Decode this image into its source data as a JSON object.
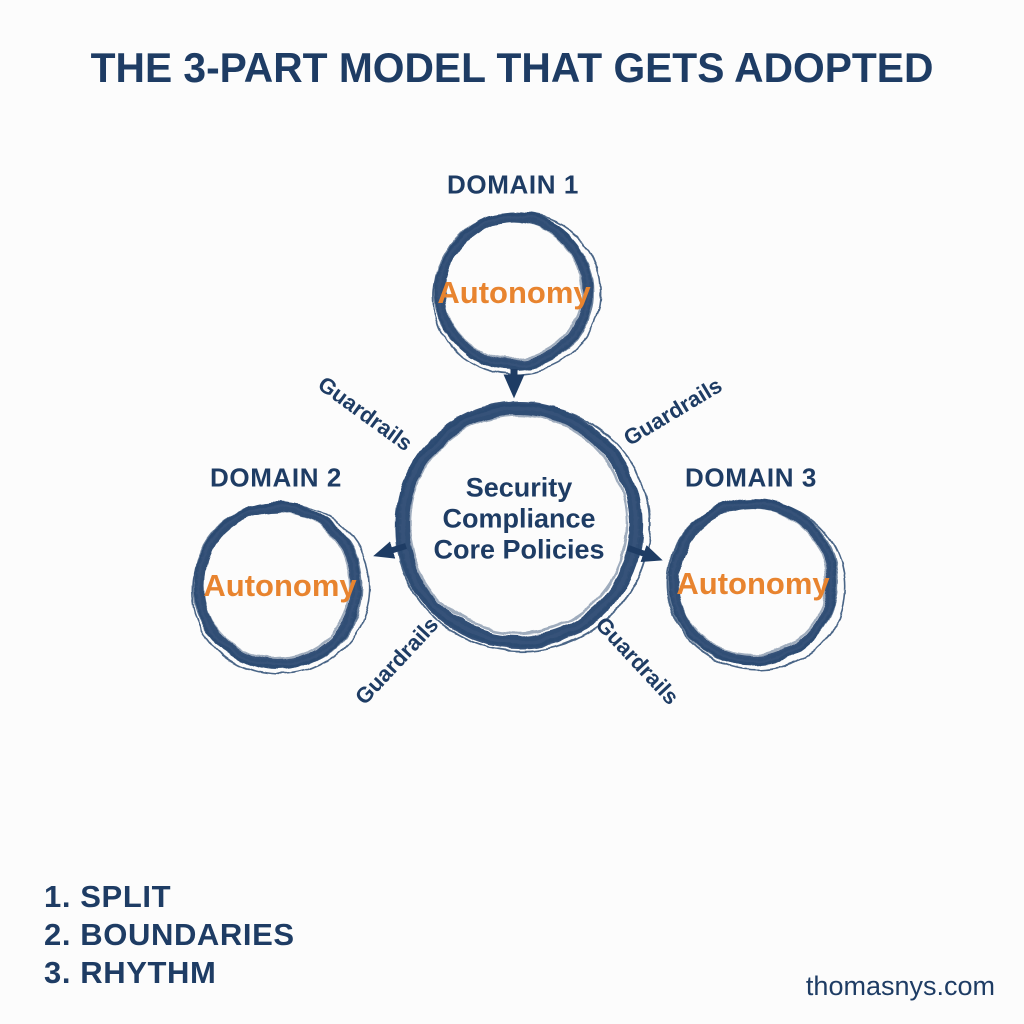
{
  "title": "THE 3-PART MODEL THAT GETS ADOPTED",
  "watermark": "thomasnys.com",
  "colors": {
    "navy": "#1e3c64",
    "ring": "#2b4a72",
    "orange": "#e8842f",
    "background": "#fcfcfc"
  },
  "diagram": {
    "center_circle": {
      "lines": [
        "Security",
        "Compliance",
        "Core Policies"
      ]
    },
    "domains": [
      {
        "label": "DOMAIN 1",
        "value": "Autonomy"
      },
      {
        "label": "DOMAIN 2",
        "value": "Autonomy"
      },
      {
        "label": "DOMAIN 3",
        "value": "Autonomy"
      }
    ],
    "guardrails": [
      "Guardrails",
      "Guardrails",
      "Guardrails",
      "Guardrails"
    ]
  },
  "steps": [
    "1. SPLIT",
    "2. BOUNDARIES",
    "3. RHYTHM"
  ]
}
